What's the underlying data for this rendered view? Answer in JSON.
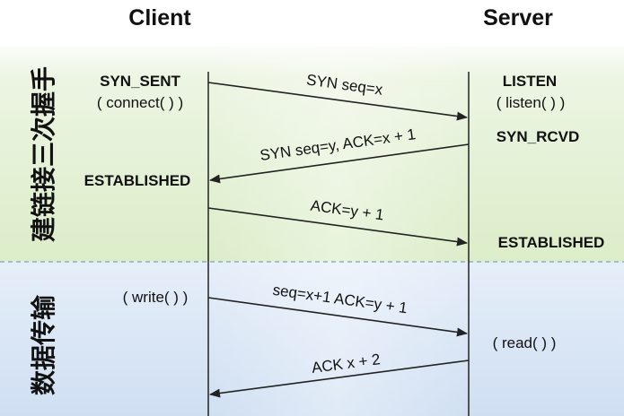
{
  "participants": {
    "client": "Client",
    "server": "Server"
  },
  "phases": {
    "handshake": "建链接三次握手",
    "transfer": "数据传输"
  },
  "client_states": {
    "syn_sent": "SYN_SENT",
    "connect_call": "( connect( ) )",
    "established": "ESTABLISHED",
    "write_call": "( write( ) )"
  },
  "server_states": {
    "listen": "LISTEN",
    "listen_call": "( listen( ) )",
    "syn_rcvd": "SYN_RCVD",
    "established": "ESTABLISHED",
    "read_call": "( read( ) )"
  },
  "messages": {
    "syn": "SYN seq=x",
    "syn_ack": "SYN seq=y, ACK=x + 1",
    "ack": "ACK=y + 1",
    "data": "seq=x+1 ACK=y + 1",
    "data_ack": "ACK x + 2"
  },
  "colors": {
    "handshake_band": "#e4f0d4",
    "transfer_band": "#dbe7f6",
    "lifeline": "#222222",
    "arrow": "#222222",
    "divider": "#7f9fbf"
  }
}
